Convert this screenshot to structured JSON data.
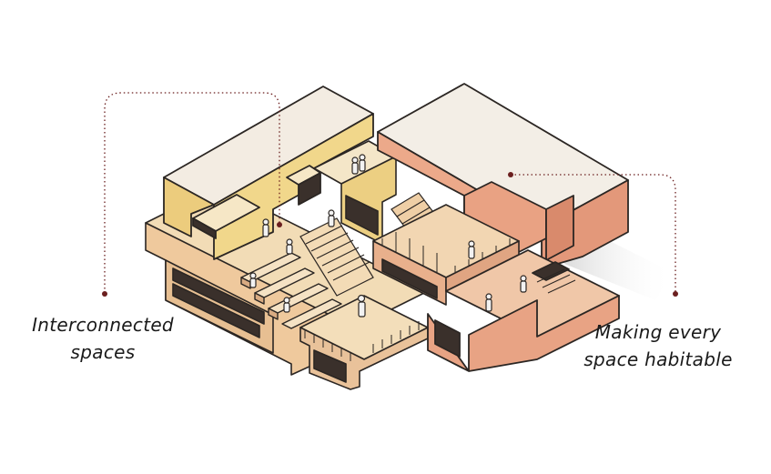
{
  "annotations": {
    "left": {
      "line1": "Interconnected",
      "line2": "spaces"
    },
    "right": {
      "line1": "Making every",
      "line2": "space habitable"
    }
  },
  "colors": {
    "leader_dot": "#6b1f1f",
    "yellow_block": "#f2d98a",
    "salmon_block": "#e8a787",
    "sand_terrace": "#f0d7b0",
    "roof": "#f3eee6",
    "outline": "#2b2623"
  }
}
